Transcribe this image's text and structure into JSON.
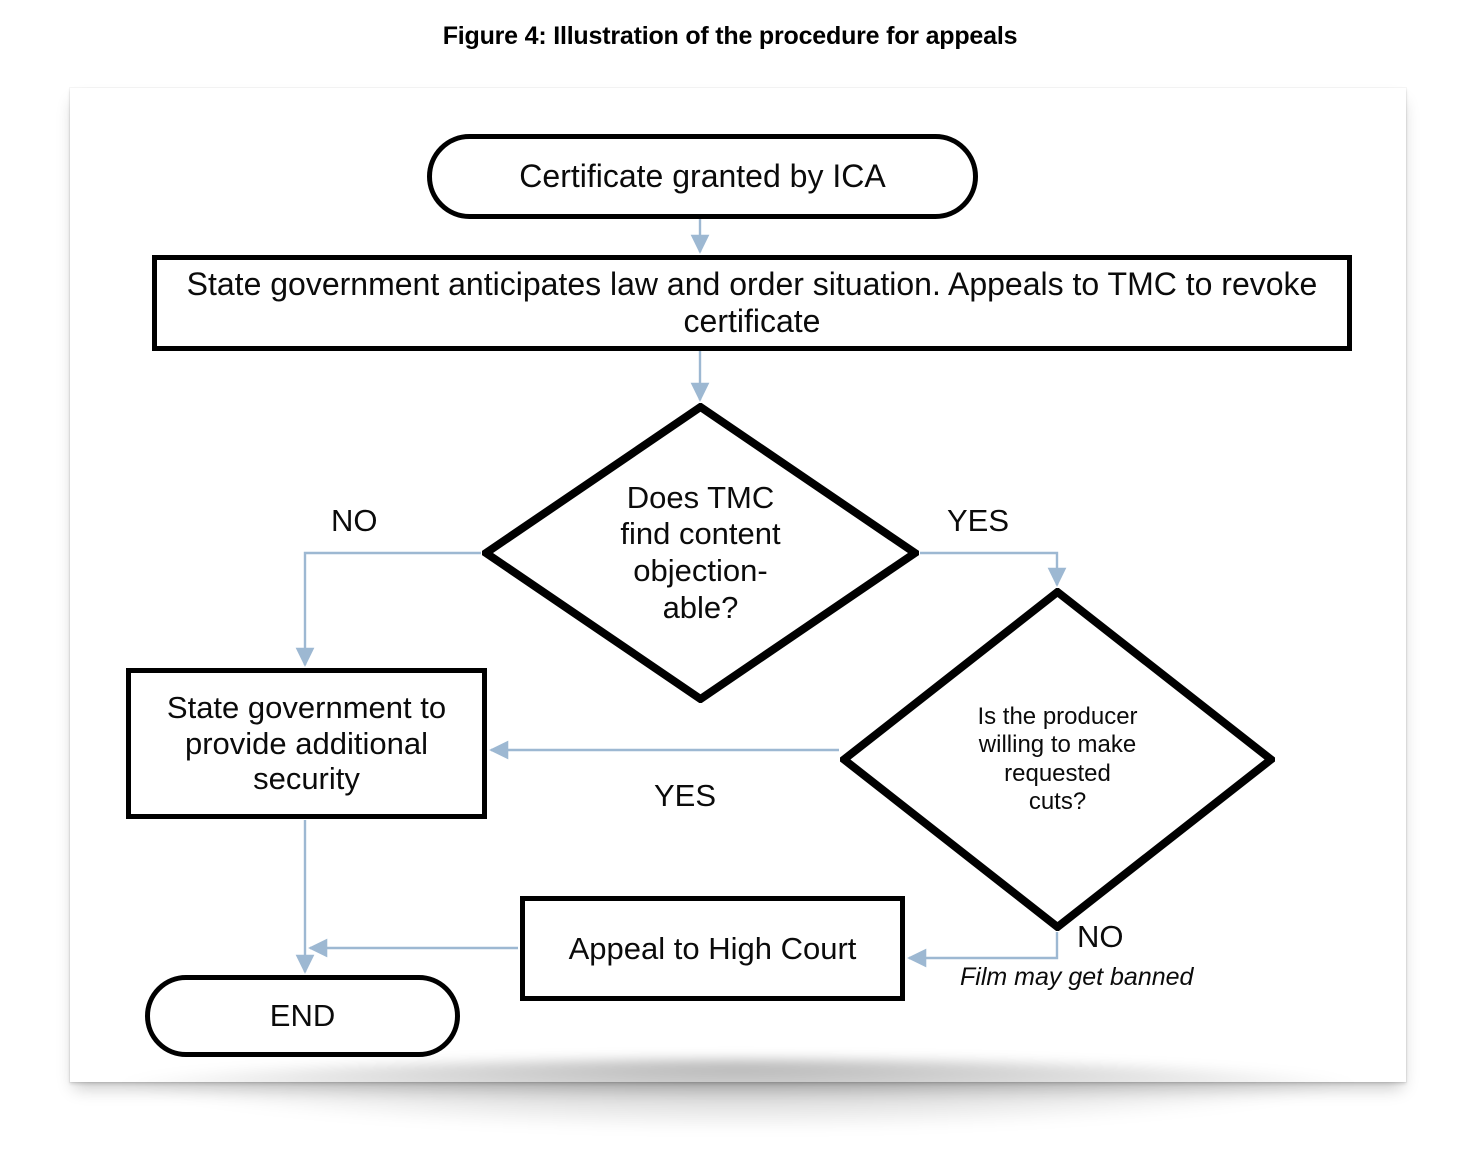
{
  "figure": {
    "title": "Figure 4: Illustration of the procedure for appeals"
  },
  "colors": {
    "node_border": "#000000",
    "node_fill": "#ffffff",
    "connector": "#9db8d2",
    "text": "#0b0b0b",
    "card": "#ffffff"
  },
  "flowchart": {
    "type": "flowchart",
    "nodes": [
      {
        "id": "start",
        "shape": "oval",
        "label": "Certificate granted by ICA"
      },
      {
        "id": "appeal-tmc",
        "shape": "rectangle",
        "label": "State government anticipates law and order situation. Appeals to TMC to revoke certificate"
      },
      {
        "id": "decision-objectionable",
        "shape": "diamond",
        "label": "Does TMC\nfind content\nobjection-\nable?"
      },
      {
        "id": "decision-cuts",
        "shape": "diamond",
        "label": "Is the producer\nwilling to make\nrequested\ncuts?"
      },
      {
        "id": "security",
        "shape": "rectangle",
        "label": "State government to\nprovide additional\nsecurity"
      },
      {
        "id": "high-court",
        "shape": "rectangle",
        "label": "Appeal to High Court"
      },
      {
        "id": "end",
        "shape": "oval",
        "label": "END"
      }
    ],
    "edges": [
      {
        "from": "start",
        "to": "appeal-tmc",
        "label": ""
      },
      {
        "from": "appeal-tmc",
        "to": "decision-objectionable",
        "label": ""
      },
      {
        "from": "decision-objectionable",
        "to": "security",
        "label": "NO"
      },
      {
        "from": "decision-objectionable",
        "to": "decision-cuts",
        "label": "YES"
      },
      {
        "from": "decision-cuts",
        "to": "security",
        "label": "YES"
      },
      {
        "from": "decision-cuts",
        "to": "high-court",
        "label": "NO",
        "note": "Film may get banned"
      },
      {
        "from": "security",
        "to": "end",
        "label": ""
      },
      {
        "from": "high-court",
        "to": "end",
        "label": ""
      }
    ],
    "edge_labels": {
      "no_1": "NO",
      "yes_1": "YES",
      "yes_2": "YES",
      "no_2": "NO",
      "banned_note": "Film may get banned"
    }
  }
}
